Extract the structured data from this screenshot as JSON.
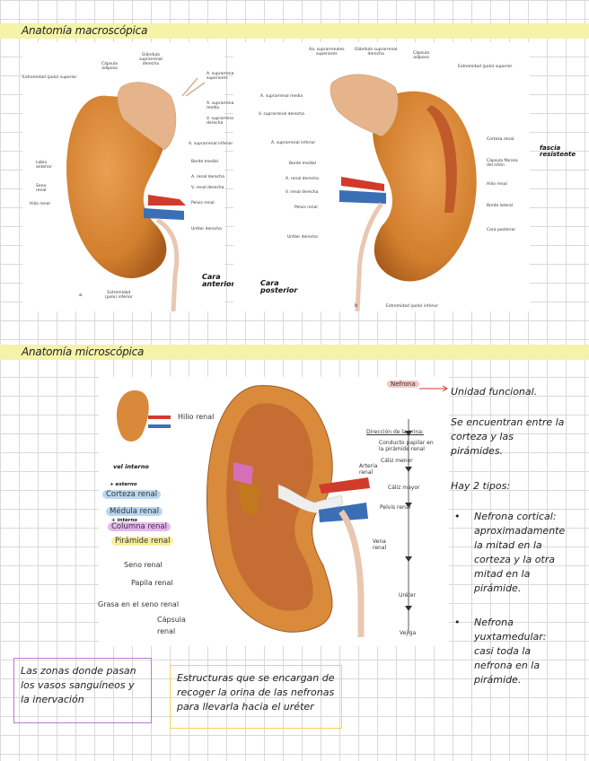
{
  "sections": {
    "macro_title": "Anatomía macroscópica",
    "micro_title": "Anatomía microscópica"
  },
  "fig_a": {
    "labels": {
      "ext_sup": "Extremidad (polo) superior",
      "capsula": "Cápsula\nadiposa",
      "glandula": "Glándula\nsuprarrenal\nderecha",
      "a_supra_sup": "A. suprarrenales\nsuperiores",
      "a_supra_media": "A. suprarrenal\nmedia",
      "v_supra": "V. suprarrenal\nderecha",
      "a_supra_inf": "A. suprarrenal inferior",
      "borde_medial": "Borde medial",
      "a_renal": "A. renal derecha",
      "v_renal": "V. renal derecha",
      "pelvis": "Pelvis renal",
      "ureter": "Uréter derecho",
      "labio_ant": "Labio\nanterior",
      "seno": "Seno\nrenal",
      "hilio": "Hilio renal",
      "ext_inf": "Extremidad\n(polo) inferior",
      "letter": "a"
    },
    "handnote": "Cara\nanterior"
  },
  "fig_b": {
    "labels": {
      "a_supra_sup": "Aa. suprarrenales\nsuperiores",
      "glandula": "Glándula suprarrenal\nderecha",
      "capsula": "Cápsula\nadiposa",
      "ext_sup": "Extremidad (polo) superior",
      "a_supra_media": "A. suprarrenal media",
      "v_supra": "V. suprarrenal derecha",
      "a_supra_inf": "A. suprarrenal inferior",
      "borde_medial": "Borde medial",
      "a_renal": "A. renal derecha",
      "v_renal": "V. renal derecha",
      "pelvis": "Pelvis renal",
      "ureter": "Uréter derecho",
      "corteza": "Corteza renal",
      "capsula_fibrosa": "Cápsula fibrosa\ndel riñón",
      "hilio": "Hilio renal",
      "borde_lateral": "Borde lateral",
      "cara_post": "Cara posterior",
      "ext_inf": "Extremidad (polo) inferior",
      "letter": "b"
    },
    "handnote_cara": "Cara\nposterior",
    "handnote_fascia": "fascia\nresistente"
  },
  "micro": {
    "small_hilio": "Hilio renal",
    "interno_note": "vel interno",
    "externo_note": "+ externo",
    "interno2_note": "+ interno",
    "corteza": "Corteza renal",
    "medula": "Médula renal",
    "columna": "Columna renal",
    "piramide": "Pirámide renal",
    "seno": "Seno renal",
    "papila": "Papila renal",
    "grasa": "Grasa en el seno renal",
    "capsula": "Cápsula\nrenal",
    "nefrona": "Nefrona",
    "direccion": "Dirección de la orina:",
    "conducto": "Conducto papilar en\nla pirámide renal",
    "caliz_menor": "Cáliz menor",
    "arteria": "Arteria\nrenal",
    "caliz_mayor": "Cáliz mayor",
    "pelvis": "Pelvis renal",
    "vena": "Vena\nrenal",
    "ureter": "Uréter",
    "vejiga": "Vejiga"
  },
  "notes": {
    "unidad": "Unidad funcional.",
    "encuentran": "Se encuentran entre la corteza y las pirámides.",
    "tipos": "Hay 2 tipos:",
    "cortical": "Nefrona cortical: aproximadamente la mitad en la corteza y la otra mitad en la pirámide.",
    "yuxta": "Nefrona yuxtamedular: casi toda la nefrona en la pirámide.",
    "box_purple": "Las zonas donde pasan los vasos sanguíneos y la inervación",
    "box_yellow": "Estructuras que se encargan de recoger la orina de las nefronas para llevarla hacia el uréter"
  },
  "colors": {
    "header": "#f5f3a8",
    "kidney": "#d9893a",
    "nefrona_tag": "#f4c7c0",
    "corteza_tag": "#bcd8f0",
    "medula_tag": "#b9d7f2",
    "columna_tag": "#e5b7ef",
    "piramide_tag": "#f6ef9b",
    "box_purple": "#b87ad6",
    "box_yellow": "#f3d35a"
  }
}
